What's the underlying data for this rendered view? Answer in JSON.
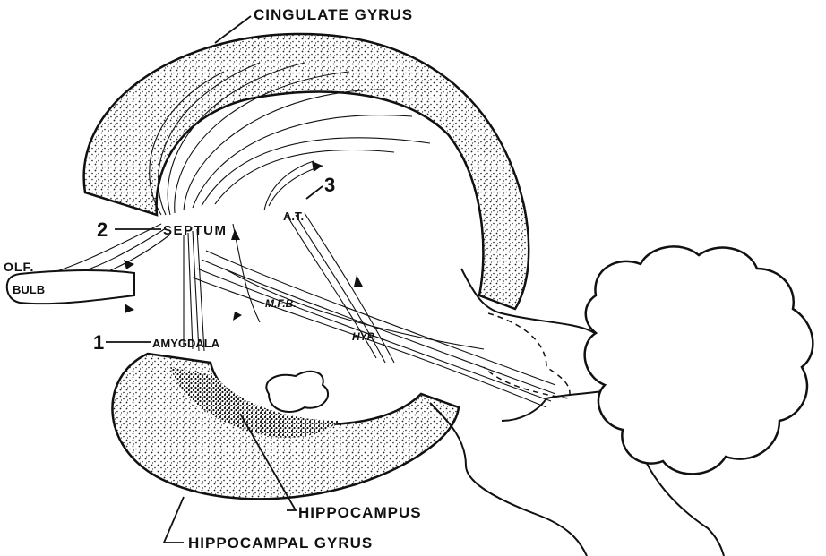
{
  "labels": {
    "cingulate_gyrus": "CINGULATE GYRUS",
    "septum": "SEPTUM",
    "at": "A.T.",
    "olf": "OLF.",
    "bulb": "BULB",
    "mfb": "M.F.B.",
    "hyp": "HYP.",
    "amygdala": "AMYGDALA",
    "hippocampus": "HIPPOCAMPUS",
    "hippocampal_gyrus": "HIPPOCAMPAL GYRUS"
  },
  "numbers": {
    "one": "1",
    "two": "2",
    "three": "3"
  },
  "colors": {
    "ink": "#111111",
    "paper": "#ffffff"
  }
}
